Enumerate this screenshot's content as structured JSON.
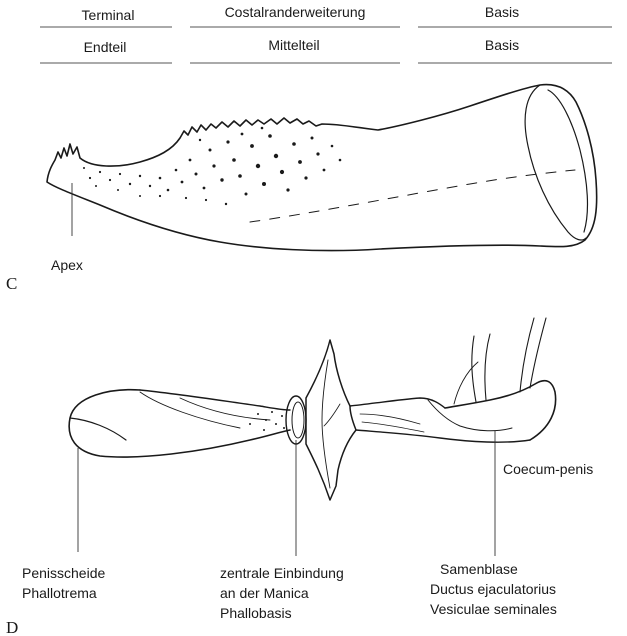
{
  "header": {
    "row1": [
      "Terminal",
      "Costalranderweiterung",
      "Basis"
    ],
    "row2": [
      "Endteil",
      "Mittelteil",
      "Basis"
    ]
  },
  "panel_c": {
    "letter": "C",
    "apex_label": "Apex"
  },
  "panel_d": {
    "letter": "D",
    "coecum_label": "Coecum-penis",
    "penisscheide": [
      "Penisscheide",
      "Phallotrema"
    ],
    "manica": [
      "zentrale Einbindung",
      "an der Manica",
      "Phallobasis"
    ],
    "samenblase": [
      "Samenblase",
      "Ductus ejaculatorius",
      "Vesiculae seminales"
    ]
  }
}
